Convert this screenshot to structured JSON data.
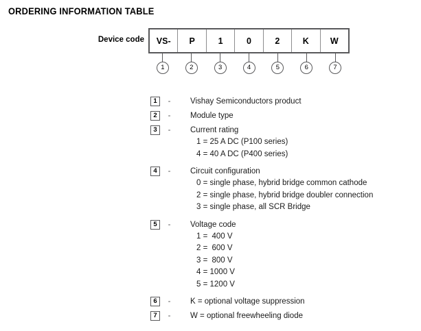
{
  "document": {
    "title": "ORDERING INFORMATION TABLE"
  },
  "device_code": {
    "label": "Device code",
    "cells": [
      {
        "value": "VS-",
        "callout": "1"
      },
      {
        "value": "P",
        "callout": "2"
      },
      {
        "value": "1",
        "callout": "3"
      },
      {
        "value": "0",
        "callout": "4"
      },
      {
        "value": "2",
        "callout": "5"
      },
      {
        "value": "K",
        "callout": "6"
      },
      {
        "value": "W",
        "callout": "7"
      }
    ]
  },
  "legend": {
    "separator": "-",
    "items": [
      {
        "number": "1",
        "label": "Vishay Semiconductors product",
        "options": []
      },
      {
        "number": "2",
        "label": "Module type",
        "options": []
      },
      {
        "number": "3",
        "label": "Current rating",
        "options": [
          {
            "code": "1 =",
            "value": "25 A DC (P100 series)"
          },
          {
            "code": "4 =",
            "value": "40 A DC (P400 series)"
          }
        ]
      },
      {
        "number": "4",
        "label": "Circuit configuration",
        "options": [
          {
            "code": "0 =",
            "value": "single phase, hybrid bridge common cathode"
          },
          {
            "code": "2 =",
            "value": "single phase, hybrid bridge doubler connection"
          },
          {
            "code": "3 =",
            "value": "single phase, all SCR Bridge"
          }
        ]
      },
      {
        "number": "5",
        "label": "Voltage code",
        "numeric_align": true,
        "options": [
          {
            "code": "1 =",
            "value": "400 V"
          },
          {
            "code": "2 =",
            "value": "600 V"
          },
          {
            "code": "3 =",
            "value": "800 V"
          },
          {
            "code": "4 =",
            "value": "1000 V"
          },
          {
            "code": "5 =",
            "value": "1200 V"
          }
        ]
      },
      {
        "number": "6",
        "label": "K = optional voltage suppression",
        "options": []
      },
      {
        "number": "7",
        "label": "W = optional freewheeling diode",
        "options": []
      }
    ]
  }
}
